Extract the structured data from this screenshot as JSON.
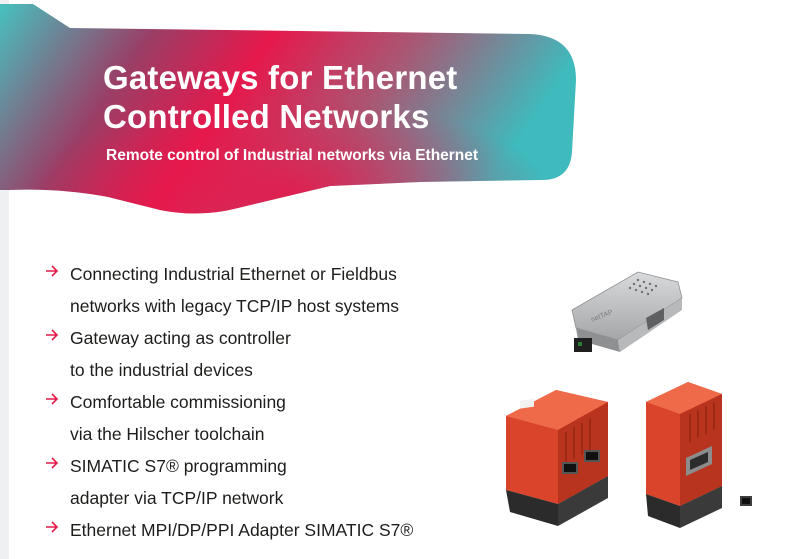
{
  "banner": {
    "title_line1": "Gateways for Ethernet",
    "title_line2": "Controlled Networks",
    "subtitle": "Remote control of Industrial networks via Ethernet",
    "gradient_colors": [
      "#46c1bf",
      "#9a3e66",
      "#e6184c",
      "#a85874",
      "#3fbabd"
    ]
  },
  "features": [
    {
      "line1": "Connecting Industrial Ethernet or Fieldbus",
      "line2": "networks with legacy TCP/IP host systems"
    },
    {
      "line1": "Gateway acting as controller",
      "line2": "to the industrial devices"
    },
    {
      "line1": "Comfortable commissioning",
      "line2": "via the Hilscher toolchain"
    },
    {
      "line1": "SIMATIC S7® programming",
      "line2": "adapter via TCP/IP network"
    },
    {
      "line1": "Ethernet MPI/DP/PPI Adapter SIMATIC S7®",
      "line2": ""
    }
  ],
  "bullet_icon": "arrow-right-icon",
  "accent_color": "#e6184c",
  "products": {
    "adapter": {
      "icon": "gray-connector-adapter-icon",
      "brand_text": "netTAP"
    },
    "gateway_a": {
      "icon": "red-din-rail-gateway-icon"
    },
    "gateway_b": {
      "icon": "red-din-rail-gateway-icon"
    }
  }
}
